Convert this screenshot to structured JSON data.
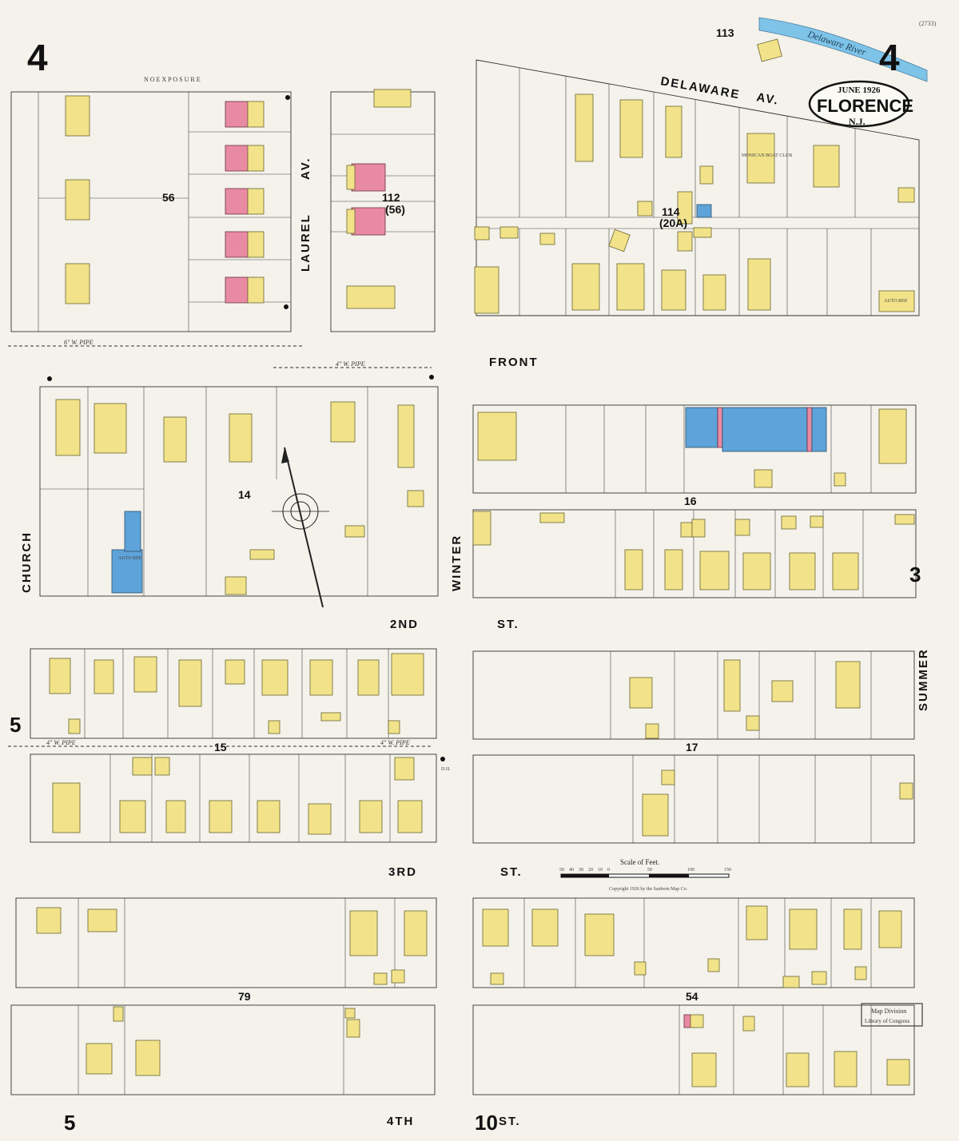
{
  "sheet": {
    "number": "4",
    "corner_left_bottom": "5",
    "corner_left_mid": "5",
    "corner_right_mid": "3",
    "corner_bottom_mid": "10",
    "catalog_number": "(2733)"
  },
  "title_badge": {
    "date": "JUNE 1926",
    "town": "FLORENCE",
    "state": "N.J."
  },
  "water": {
    "river": "Delaware River"
  },
  "streets": {
    "delaware": "DELAWARE",
    "delaware_suffix": "AV.",
    "front": "FRONT",
    "second": "2ND",
    "second_suffix": "ST.",
    "third": "3RD",
    "third_suffix": "ST.",
    "fourth": "4TH",
    "fourth_suffix": "ST.",
    "laurel": "LAUREL",
    "laurel_suffix": "AV.",
    "church": "CHURCH",
    "winter": "WINTER",
    "summer": "SUMMER",
    "no_exposure": "N O   E X P O S U R E"
  },
  "blocks": [
    "113",
    "56",
    "112",
    "(56)",
    "114",
    "(20A)",
    "14",
    "16",
    "15",
    "17",
    "79",
    "54"
  ],
  "labels": {
    "monican": "MONICAN BOAT CLUB",
    "auto_rep": "AUTO REP.",
    "pipe_6": "6\" W. PIPE",
    "pipe_4": "4\" W. PIPE",
    "scale": "Scale of Feet.",
    "copyright": "Copyright 1926 by the Sanborn Map Co.",
    "stamp_top": "Map Division",
    "stamp_bottom": "Library of Congress",
    "dh": "D.H."
  },
  "scale_ticks": [
    "50",
    "40",
    "30",
    "20",
    "10",
    "0",
    "50",
    "100",
    "150"
  ],
  "colors": {
    "dwelling": "#f2e38a",
    "brick": "#e98aa3",
    "stone": "#5ea3d9",
    "river": "#7ec3e8"
  }
}
